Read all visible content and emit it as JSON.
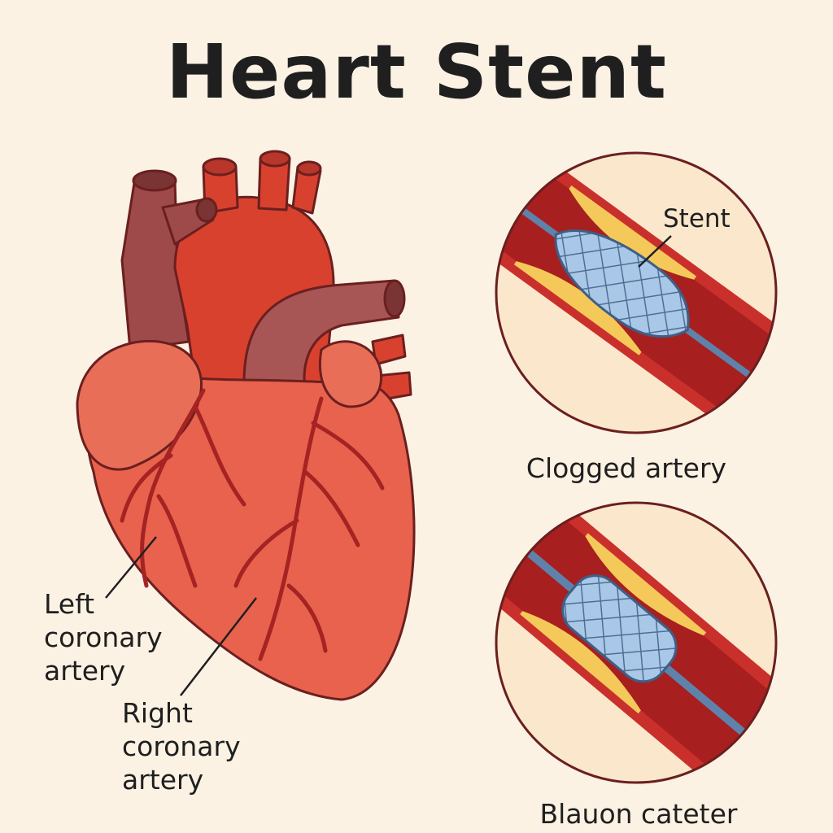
{
  "title": "Heart Stent",
  "labels": {
    "left_coronary": [
      "Left",
      "coronary",
      "artery"
    ],
    "right_coronary": [
      "Right",
      "coronary",
      "artery"
    ],
    "stent": "Stent",
    "clogged_artery": "Clogged artery",
    "balloon_catheter": "Blauon cateter"
  },
  "colors": {
    "background": "#fbf2e4",
    "heart": "#e8624d",
    "vessel_dark": "#a24e4e",
    "artery_wall": "#c9302c",
    "plaque": "#f4c95a",
    "stent": "#8fb5dd",
    "outline": "#6b1f1f"
  }
}
